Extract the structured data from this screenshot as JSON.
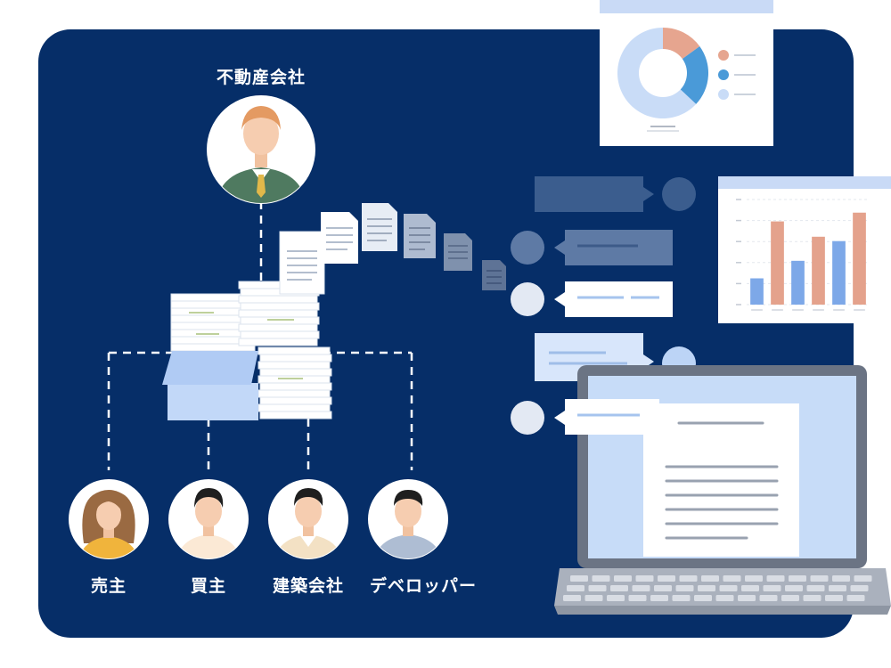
{
  "company": {
    "label": "不動産会社"
  },
  "stakeholders": [
    {
      "label": "売主"
    },
    {
      "label": "買主"
    },
    {
      "label": "建築会社"
    },
    {
      "label": "デベロッパー"
    }
  ],
  "colors": {
    "panel": "#062e68",
    "paper": "#ffffff",
    "paper_shadow": "#dfe6f0",
    "folder": "#b9d3f7",
    "bubble_dark": "#3e5f8e",
    "bubble_light": "#e6eefa",
    "bar_orange": "#e4a28c",
    "bar_blue": "#7da8e8",
    "donut_orange": "#e6a58f",
    "donut_blue": "#4a9ad8",
    "donut_light": "#c9dcf7",
    "laptop_frame": "#6b7484",
    "laptop_screen": "#c7dcf8"
  },
  "chart_data": [
    {
      "type": "pie",
      "values": [
        15,
        22,
        63
      ],
      "colors": [
        "#e6a58f",
        "#4a9ad8",
        "#c9dcf7"
      ],
      "legend_placement": "right"
    },
    {
      "type": "bar",
      "series": [
        {
          "values": [
            1.2,
            2.0,
            2.9
          ]
        },
        {
          "values": [
            3.8,
            3.1,
            4.2
          ]
        }
      ],
      "ylim": [
        0,
        4.8
      ],
      "grid": true
    }
  ]
}
